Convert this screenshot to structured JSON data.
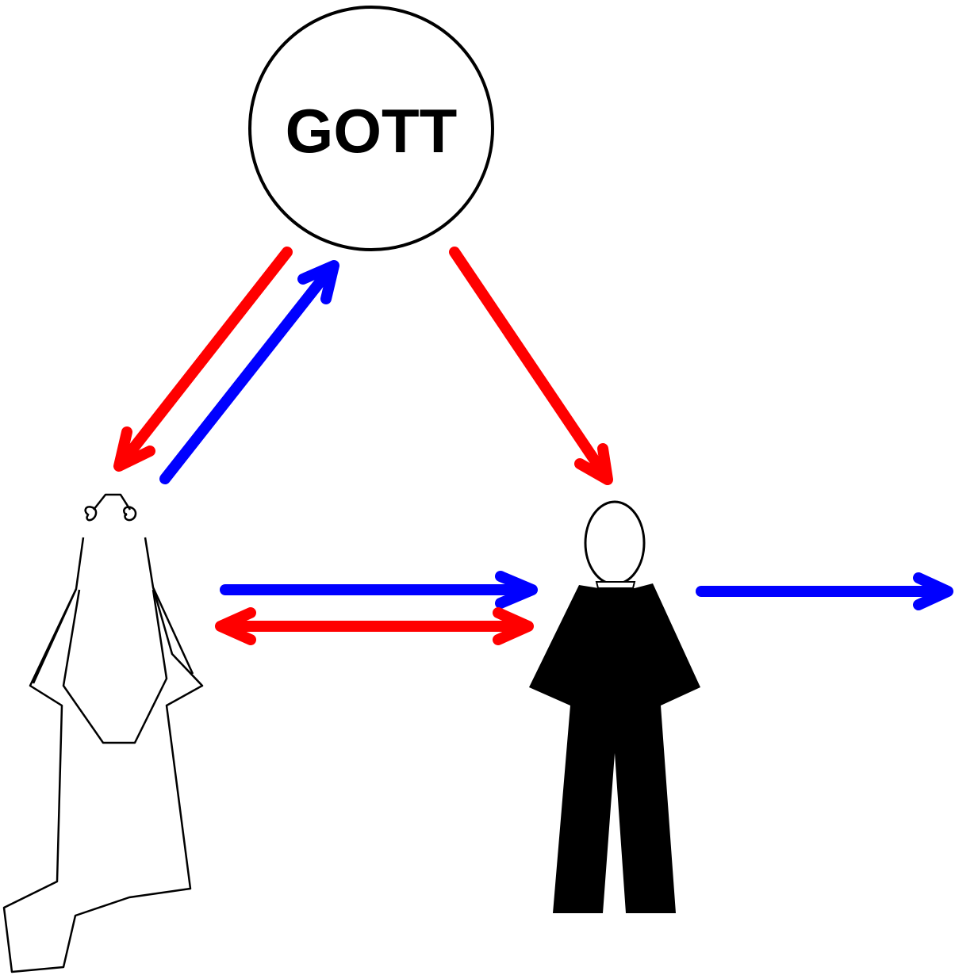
{
  "god": {
    "label": "GOTT"
  },
  "colors": {
    "red": "#ff0000",
    "blue": "#0000ff",
    "outline": "#000000",
    "fill": "#000000",
    "background": "#ffffff"
  },
  "figures": {
    "left": "veiled-figure",
    "right": "clergy-figure"
  },
  "arrows": [
    {
      "id": "god-to-veiled",
      "color": "red",
      "direction": "down-left"
    },
    {
      "id": "veiled-to-god",
      "color": "blue",
      "direction": "up-right"
    },
    {
      "id": "god-to-clergy",
      "color": "red",
      "direction": "down-right"
    },
    {
      "id": "veiled-to-clergy",
      "color": "blue",
      "direction": "right"
    },
    {
      "id": "veiled-clergy-both",
      "color": "red",
      "direction": "both"
    },
    {
      "id": "clergy-outward",
      "color": "blue",
      "direction": "right"
    }
  ]
}
